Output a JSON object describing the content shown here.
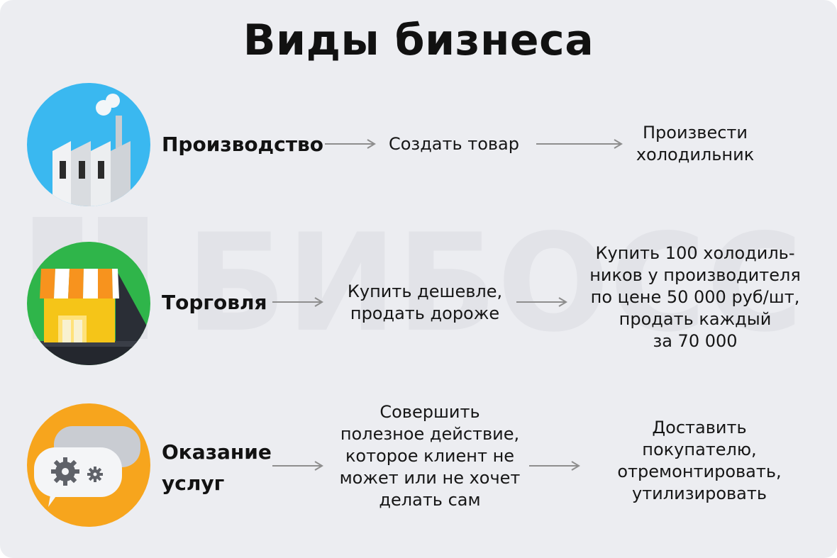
{
  "title": "Виды бизнеса",
  "watermark": "БИБОСС",
  "rows": [
    {
      "icon": "factory-icon",
      "label": [
        "Производство"
      ],
      "step": [
        "Создать товар"
      ],
      "example": [
        "Произвести",
        "холодильник"
      ]
    },
    {
      "icon": "shop-icon",
      "label": [
        "Торговля"
      ],
      "step": [
        "Купить дешевле,",
        "продать дороже"
      ],
      "example": [
        "Купить 100 холодиль-",
        "ников у производителя",
        "по цене 50 000 руб/шт,",
        "продать каждый",
        "за 70 000"
      ]
    },
    {
      "icon": "service-chat-gears-icon",
      "label": [
        "Оказание",
        "услуг"
      ],
      "step": [
        "Совершить",
        "полезное действие,",
        "которое клиент не",
        "может или не хочет",
        "делать сам"
      ],
      "example": [
        "Доставить",
        "покупателю,",
        "отремонтировать,",
        "утилизировать"
      ]
    }
  ],
  "colors": {
    "background": "#ecedf1",
    "arrow": "#8e8e8e",
    "factory_bg": "#3ab8f0",
    "shop_bg": "#2fb54a",
    "service_bg": "#f7a51d"
  }
}
